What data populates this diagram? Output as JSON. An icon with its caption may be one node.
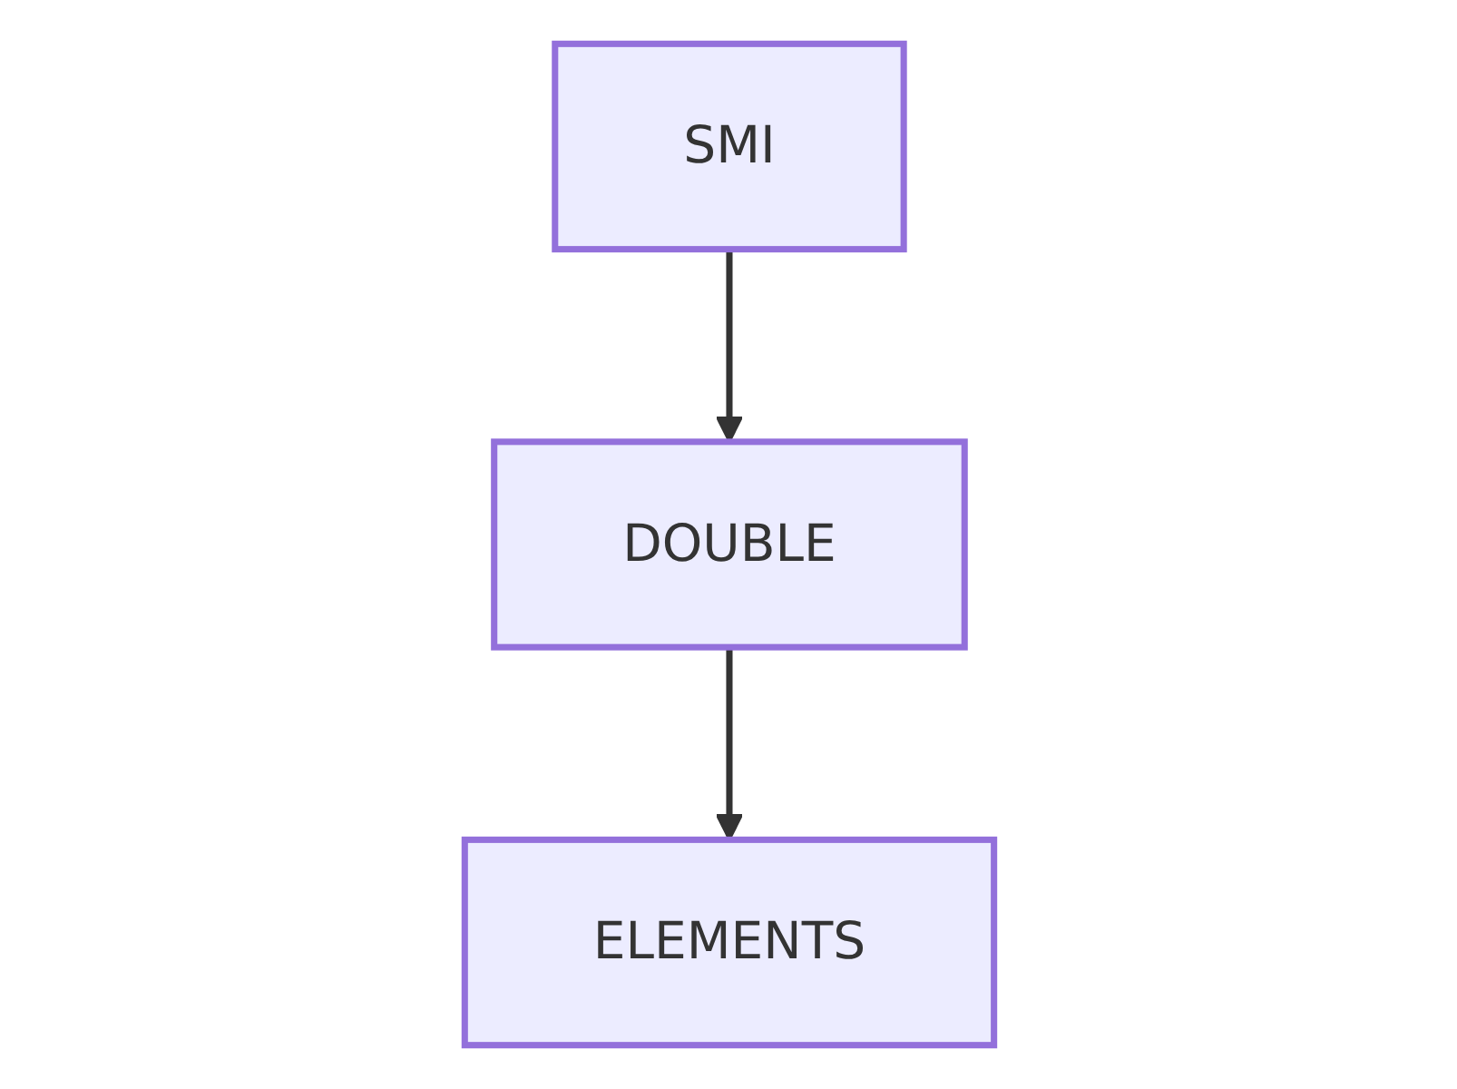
{
  "diagram": {
    "nodes": [
      {
        "text": [
          "SMI"
        ]
      },
      {
        "text": [
          "DOUBLE"
        ]
      },
      {
        "text": [
          "ELEMENTS"
        ]
      }
    ],
    "edges": [
      {
        "from": 0,
        "to": 1,
        "arrow": "to"
      },
      {
        "from": 1,
        "to": 2,
        "arrow": "to"
      }
    ]
  }
}
